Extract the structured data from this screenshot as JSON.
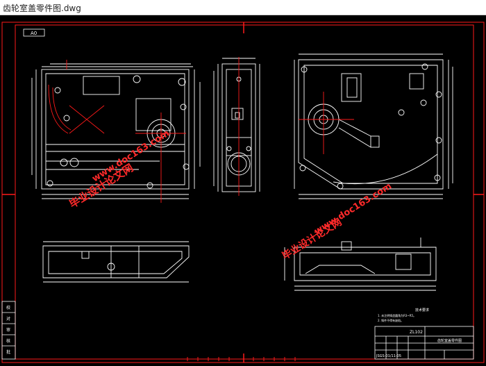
{
  "window": {
    "title": "齿轮室盖零件图.dwg"
  },
  "colors": {
    "background": "#000000",
    "frame": "#ff1a1a",
    "lines": "#ffffff",
    "watermark": "#ff2a2a"
  },
  "sheet": {
    "tag": "A0"
  },
  "watermarks": {
    "cn": "毕业设计论文网",
    "url": "www.doc163.com"
  },
  "tech_notes": {
    "title": "技术要求",
    "line1": "1. 未注明铸造圆角为R3~R5。",
    "line2": "2. 铸件不得有缺陷。"
  },
  "title_block": {
    "material": "ZL102",
    "part_name": "齿轮室盖零件图",
    "drawing_no": "JSGS-01/11-05",
    "left_strip": [
      "校",
      "对",
      "审",
      "核",
      "批"
    ]
  }
}
